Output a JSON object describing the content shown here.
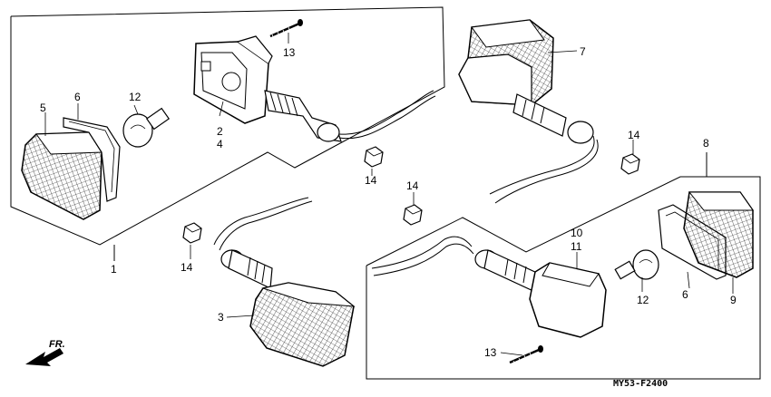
{
  "callouts": {
    "c1": "1",
    "c2": "2",
    "c3": "3",
    "c4": "4",
    "c5": "5",
    "c6a": "6",
    "c6b": "6",
    "c7": "7",
    "c8": "8",
    "c9": "9",
    "c10": "10",
    "c11": "11",
    "c12a": "12",
    "c12b": "12",
    "c13a": "13",
    "c13b": "13",
    "c14a": "14",
    "c14b": "14",
    "c14c": "14",
    "c14d": "14"
  },
  "front_label": "FR.",
  "diagram_code": "MY53-F2400",
  "icons": {
    "front_arrow": "arrow-front-icon"
  },
  "colors": {
    "ink": "#000000",
    "paper": "#ffffff"
  }
}
